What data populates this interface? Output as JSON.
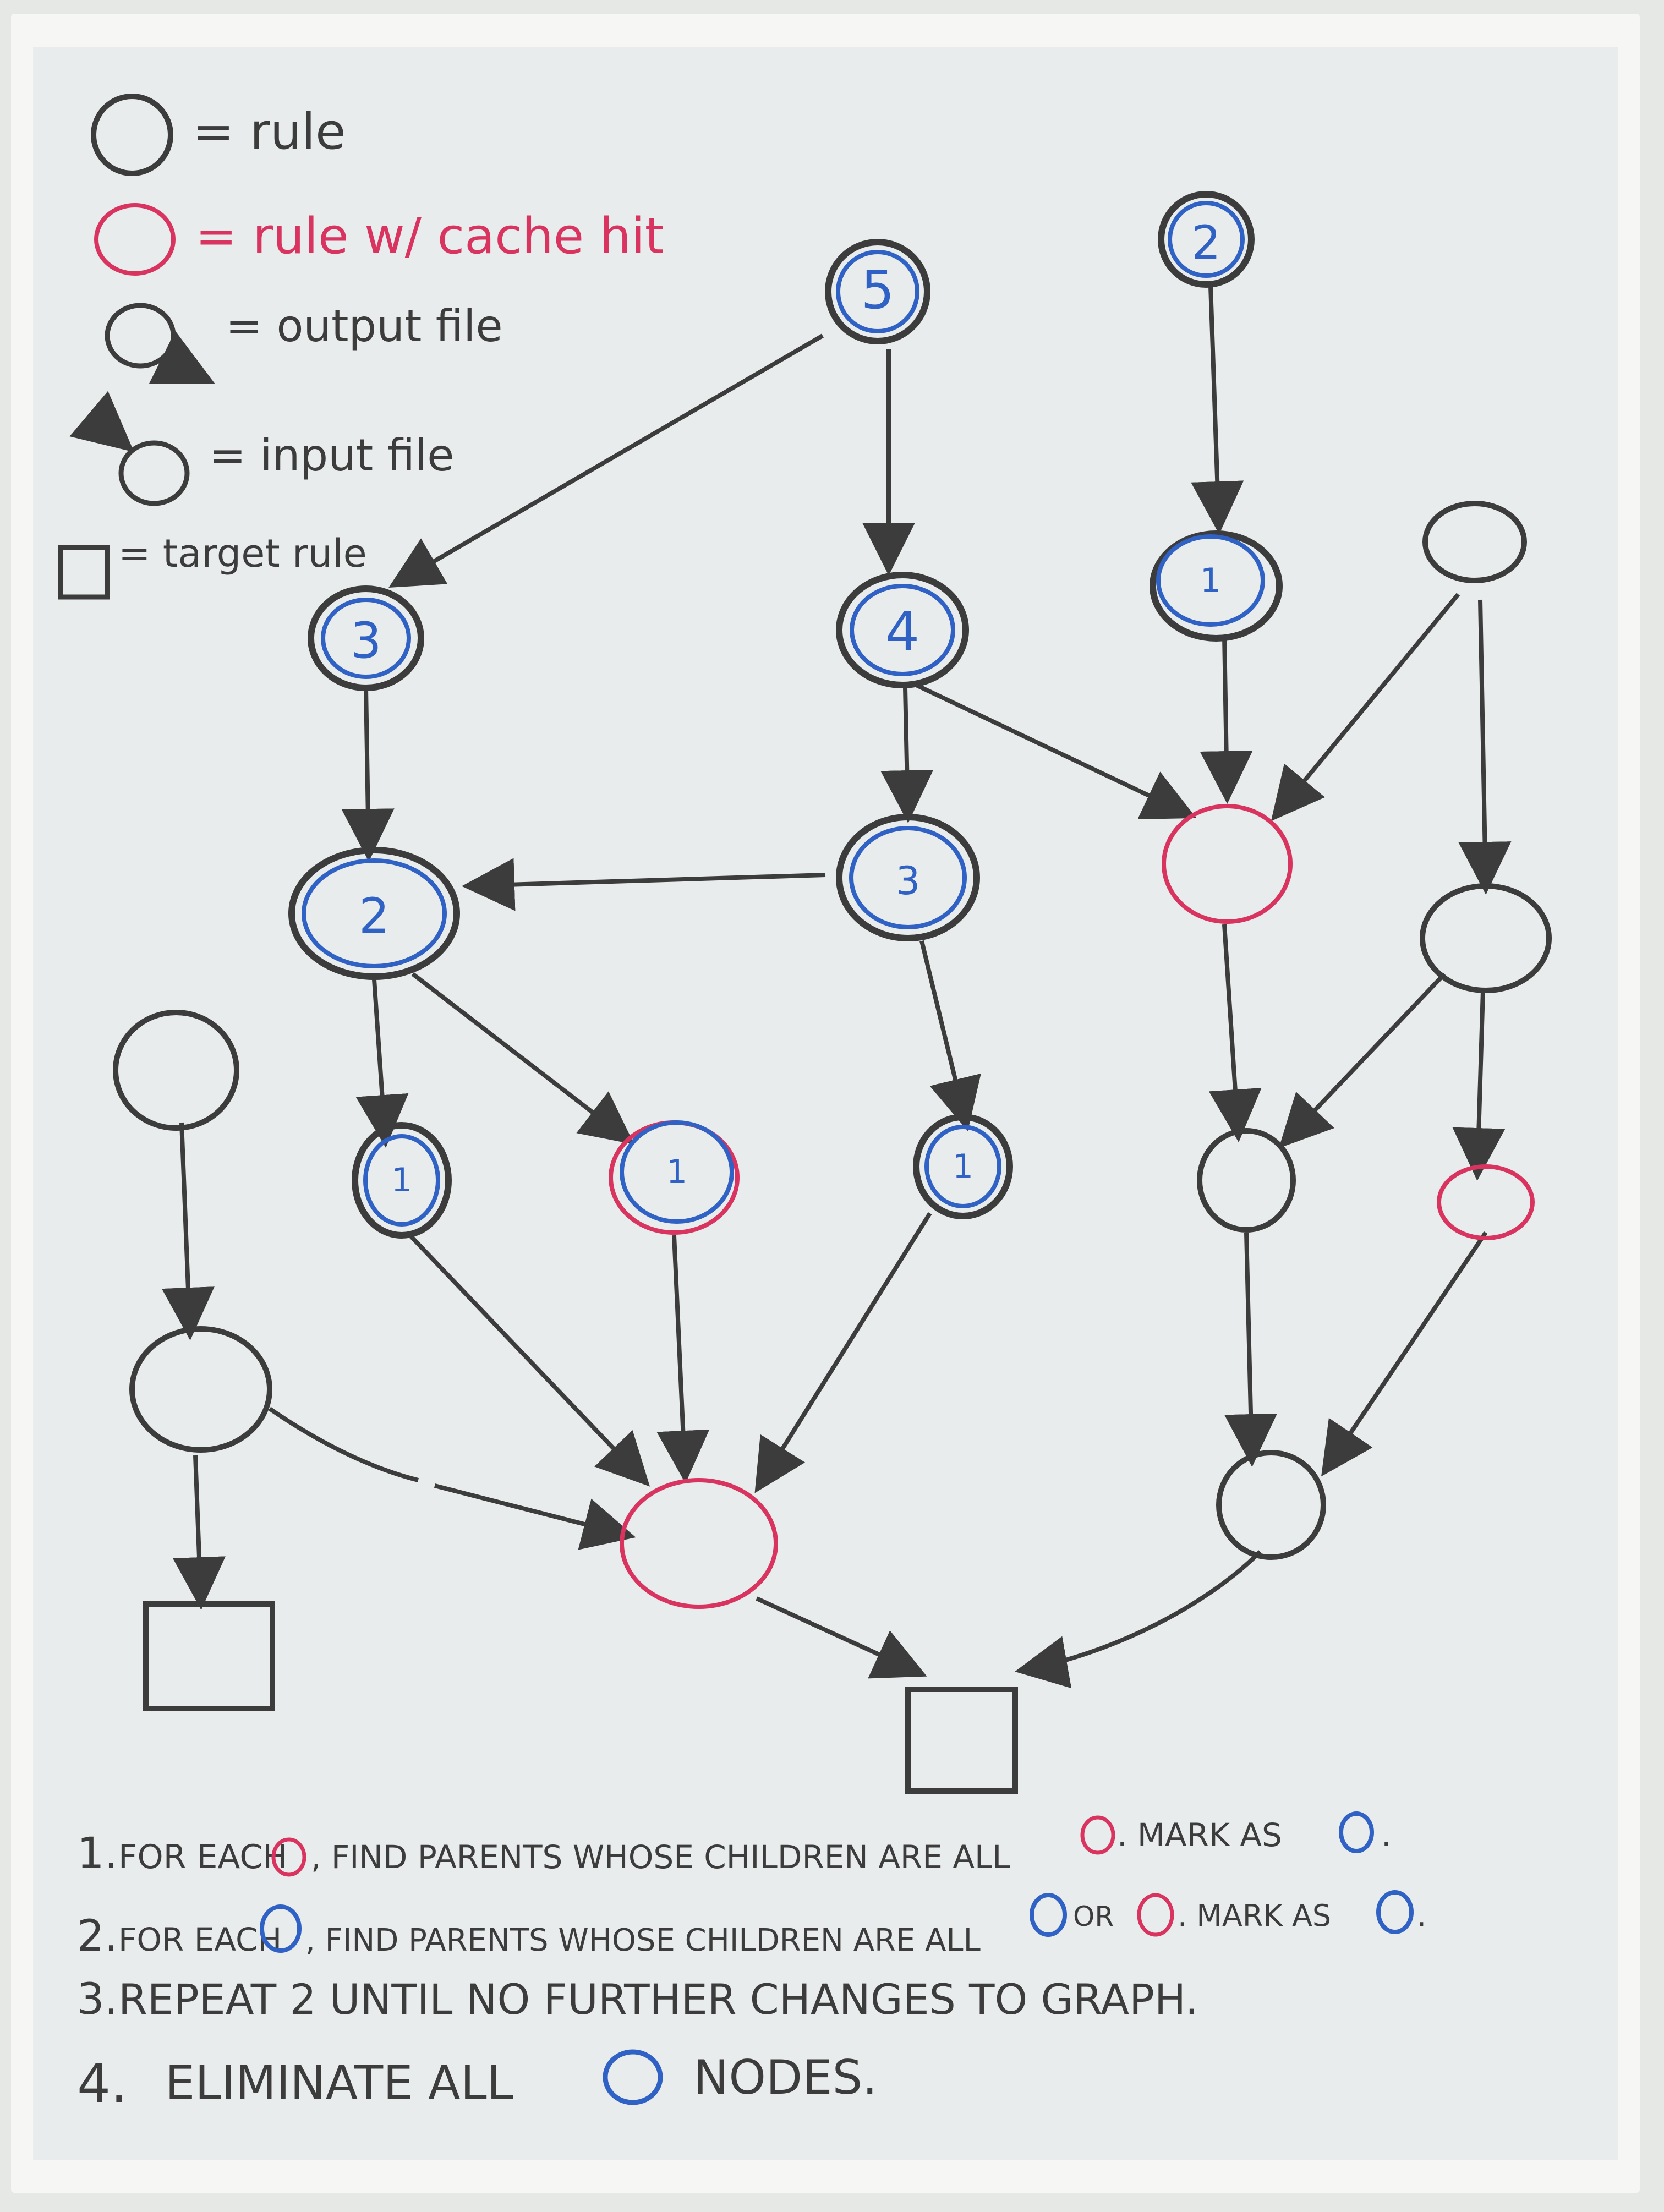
{
  "colors": {
    "rule": "#3c3c3c",
    "cache_hit": "#d9345f",
    "marked": "#2f62c4",
    "frame": "#f4f4f2",
    "board": "#e8ecec"
  },
  "legend": {
    "rule": "= rule",
    "cache_hit": "= rule w/ cache hit",
    "output_file": "= output file",
    "input_file": "= input file",
    "target_rule": "= target rule"
  },
  "nodes": [
    {
      "id": "n5",
      "label": "5",
      "type": "marked"
    },
    {
      "id": "n2top",
      "label": "2",
      "type": "marked"
    },
    {
      "id": "n3a",
      "label": "3",
      "type": "marked"
    },
    {
      "id": "n4",
      "label": "4",
      "type": "marked"
    },
    {
      "id": "n1a",
      "label": "1",
      "type": "marked"
    },
    {
      "id": "nTopRight",
      "label": "",
      "type": "rule"
    },
    {
      "id": "n2b",
      "label": "2",
      "type": "marked"
    },
    {
      "id": "n3b",
      "label": "3",
      "type": "marked"
    },
    {
      "id": "nPinkMid",
      "label": "",
      "type": "cache_hit"
    },
    {
      "id": "nRightA",
      "label": "",
      "type": "rule"
    },
    {
      "id": "nLeftTop",
      "label": "",
      "type": "rule"
    },
    {
      "id": "n1b",
      "label": "1",
      "type": "marked"
    },
    {
      "id": "n1c",
      "label": "1",
      "type": "cache_marked"
    },
    {
      "id": "n1d",
      "label": "1",
      "type": "marked"
    },
    {
      "id": "nRightB",
      "label": "",
      "type": "rule"
    },
    {
      "id": "nPinkSmall",
      "label": "",
      "type": "cache_hit"
    },
    {
      "id": "nLeftMid",
      "label": "",
      "type": "rule"
    },
    {
      "id": "nPinkBottom",
      "label": "",
      "type": "cache_hit"
    },
    {
      "id": "nRightC",
      "label": "",
      "type": "rule"
    },
    {
      "id": "target1",
      "label": "",
      "type": "target"
    },
    {
      "id": "target2",
      "label": "",
      "type": "target"
    }
  ],
  "steps": [
    {
      "num": "1.",
      "parts": [
        "FOR EACH",
        "pink",
        ", FIND PARENTS WHOSE CHILDREN ARE ALL",
        "pink",
        ". MARK AS",
        "blue",
        "."
      ]
    },
    {
      "num": "2.",
      "parts": [
        "FOR EACH",
        "blue",
        ", FIND PARENTS WHOSE CHILDREN ARE ALL",
        "blue",
        "OR",
        "pink",
        ". MARK AS",
        "blue",
        "."
      ]
    },
    {
      "num": "3.",
      "parts": [
        "REPEAT 2 UNTIL NO FURTHER CHANGES TO GRAPH."
      ]
    },
    {
      "num": "4.",
      "parts": [
        "ELIMINATE ALL",
        "blue",
        "NODES."
      ]
    }
  ]
}
